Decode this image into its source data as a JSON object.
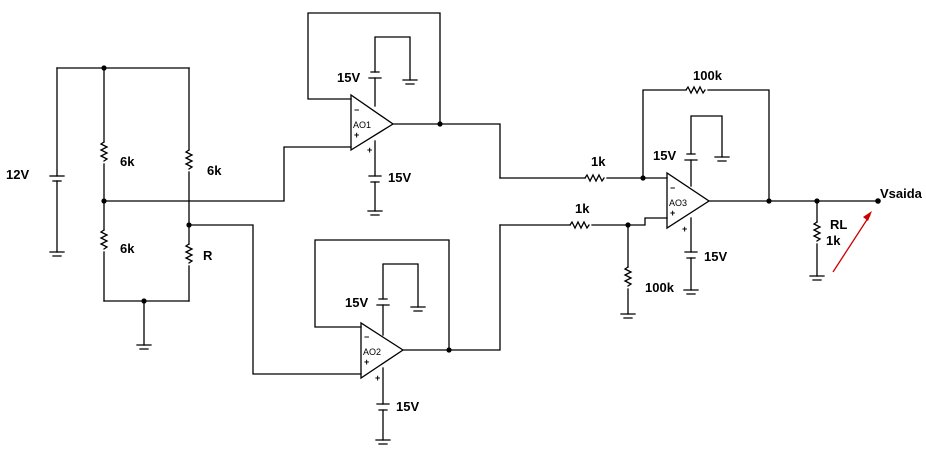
{
  "labels": {
    "battery": "12V",
    "r_top_left": "6k",
    "r_top_right": "6k",
    "r_bottom_left": "6k",
    "r_bottom_right": "R",
    "ao1": "AO1",
    "ao2": "AO2",
    "ao3": "AO3",
    "ao1_vpos": "15V",
    "ao1_vneg": "15V",
    "ao2_vpos": "15V",
    "ao2_vneg": "15V",
    "ao3_vpos": "15V",
    "ao3_vneg": "15V",
    "r_feedback": "100k",
    "r_in1": "1k",
    "r_in2": "1k",
    "r_gnd": "100k",
    "rl_name": "RL",
    "rl_value": "1k",
    "output": "Vsaida",
    "minus": "−",
    "plus": "+"
  },
  "colors": {
    "wire": "#000000",
    "probe": "#cc0000"
  }
}
